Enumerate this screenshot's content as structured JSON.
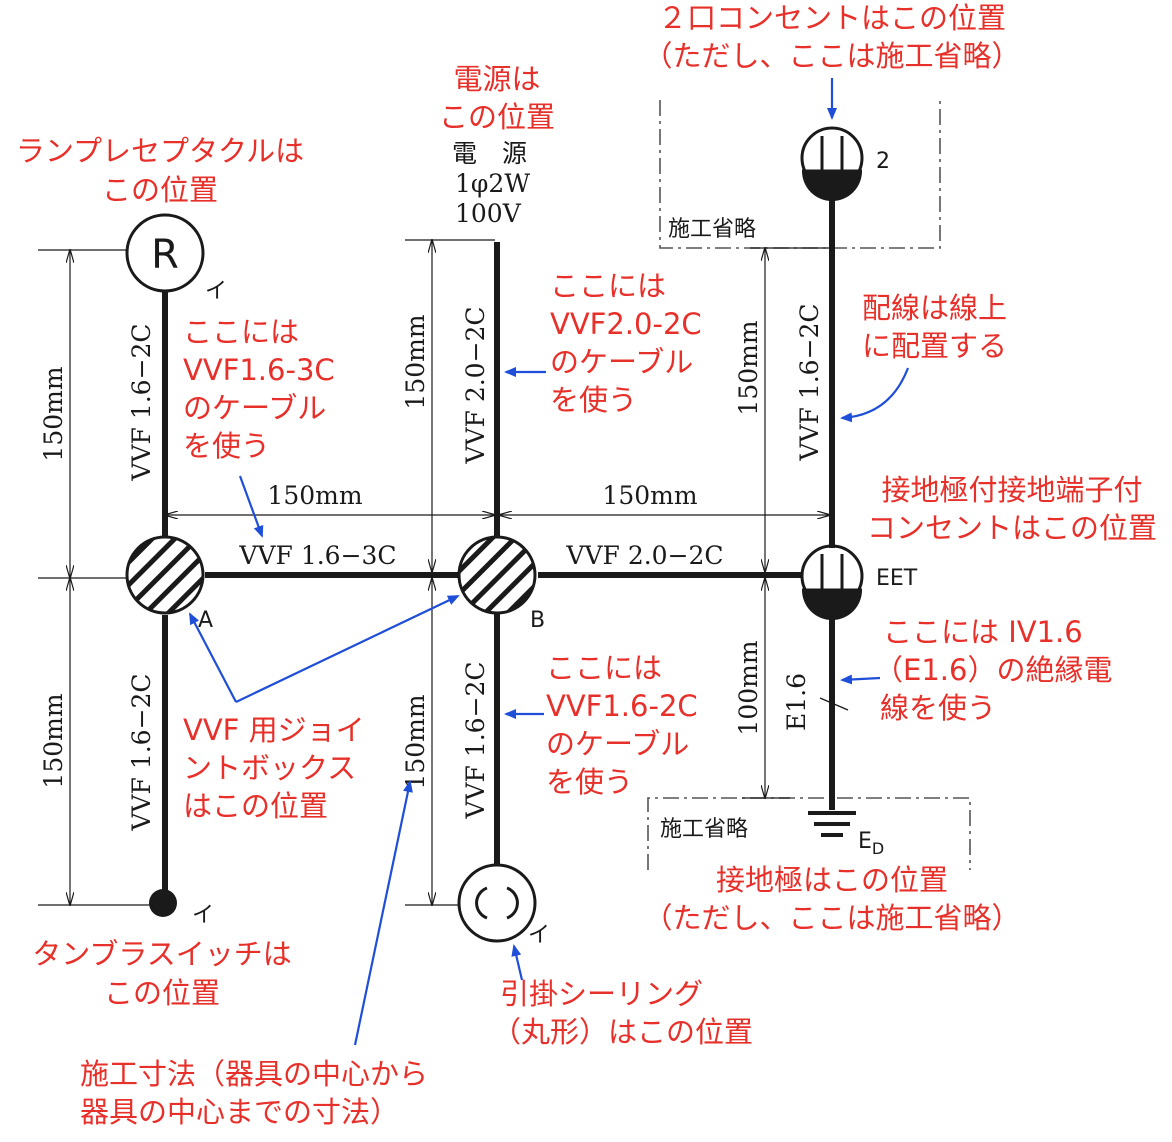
{
  "colors": {
    "annotation": "#e8302a",
    "arrow": "#1f4fd8",
    "line": "#1a1a1a"
  },
  "symbols": {
    "lamp_letter": "R",
    "lamp_tag": "イ",
    "switch_tag": "イ",
    "ceiling_tag": "イ",
    "junction_a": "A",
    "junction_b": "B",
    "outlet_top_tag": "2",
    "outlet_eet_tag": "EET",
    "ground_main": "E",
    "ground_sub": "D"
  },
  "power": {
    "line1": "電　源",
    "line2": "1φ2W",
    "line3": "100V"
  },
  "omitted": {
    "top": "施工省略",
    "bottom": "施工省略"
  },
  "cables": {
    "left_upper": "VVF 1.6−2C",
    "left_lower": "VVF 1.6−2C",
    "mid_upper": "VVF 2.0−2C",
    "mid_lower": "VVF 1.6−2C",
    "right_upper": "VVF 1.6−2C",
    "horiz_ab": "VVF 1.6−3C",
    "horiz_be": "VVF 2.0−2C",
    "ground_wire": "E1.6"
  },
  "dims": {
    "left_upper": "150mm",
    "left_lower": "150mm",
    "mid_upper": "150mm",
    "mid_lower": "150mm",
    "right_upper": "150mm",
    "right_lower": "100mm",
    "horiz_ab": "150mm",
    "horiz_be": "150mm"
  },
  "notes": {
    "lamp": [
      "ランプレセプタクルは",
      "この位置"
    ],
    "power": [
      "電源は",
      "この位置"
    ],
    "outlet2": [
      "２口コンセントはこの位置",
      "（ただし、ここは施工省略）"
    ],
    "vvf163c": [
      "ここには",
      "VVF1.6-3C",
      "のケーブル",
      "を使う"
    ],
    "vvf202c": [
      "ここには",
      "VVF2.0-2C",
      "のケーブル",
      "を使う"
    ],
    "online": [
      "配線は線上",
      "に配置する"
    ],
    "eet": [
      "接地極付接地端子付",
      "コンセントはこの位置"
    ],
    "iv16": [
      "ここには IV1.6",
      "（E1.6）の絶縁電",
      "線を使う"
    ],
    "vvf162c": [
      "ここには",
      "VVF1.6-2C",
      "のケーブル",
      "を使う"
    ],
    "jbox": [
      "VVF 用ジョイ",
      "ントボックス",
      "はこの位置"
    ],
    "switch": [
      "タンブラスイッチは",
      "この位置"
    ],
    "ceiling": [
      "引掛シーリング",
      "（丸形）はこの位置"
    ],
    "ground": [
      "接地極はこの位置",
      "（ただし、ここは施工省略）"
    ],
    "dimension": [
      "施工寸法（器具の中心から",
      "器具の中心までの寸法）"
    ]
  }
}
